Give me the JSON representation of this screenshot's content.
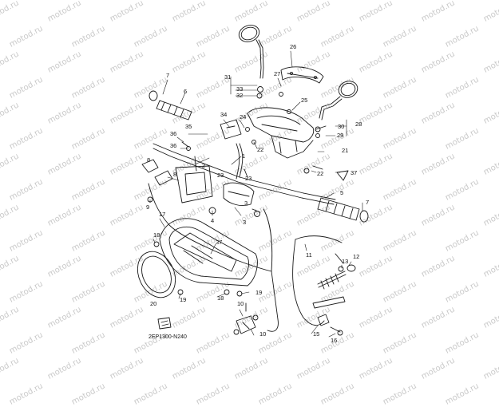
{
  "watermark": "motod.ru",
  "diagram_code": "2EP1300-N240",
  "callouts": [
    "1",
    "2",
    "3",
    "4",
    "5",
    "6",
    "7",
    "8",
    "9",
    "10",
    "11",
    "12",
    "13",
    "15",
    "16",
    "17",
    "18",
    "19",
    "20",
    "21",
    "22",
    "23",
    "24",
    "25",
    "26",
    "27",
    "28",
    "29",
    "30",
    "31",
    "32",
    "33",
    "34",
    "35",
    "36",
    "37"
  ],
  "colors": {
    "line": "#1a1a1a",
    "watermark": "#c9c9c9",
    "background": "#ffffff"
  }
}
